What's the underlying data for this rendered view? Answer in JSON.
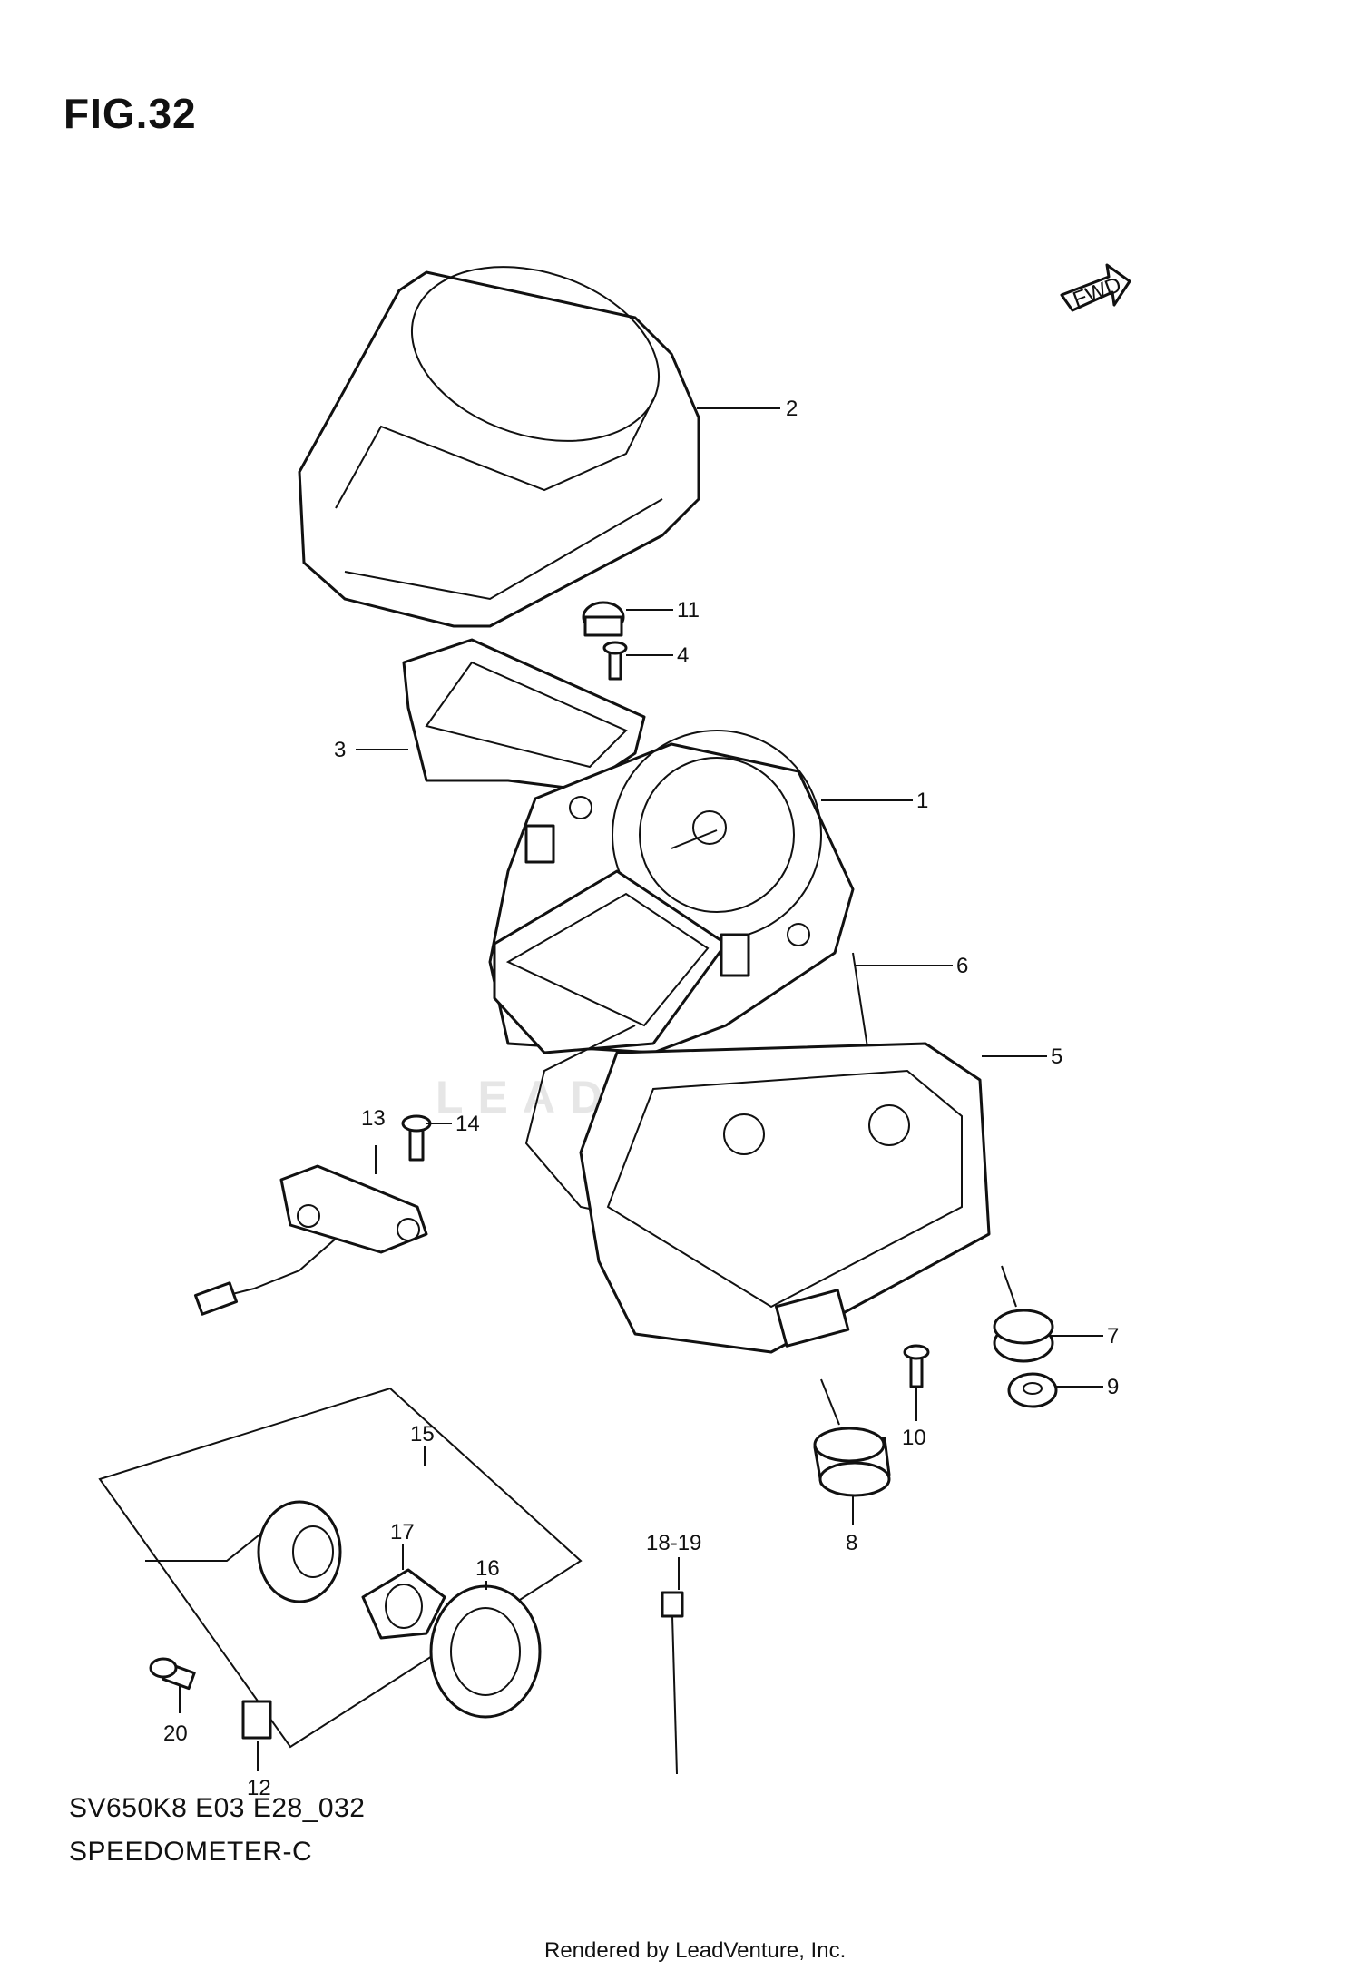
{
  "figure": {
    "title": "FIG.32",
    "fwd_label": "FWD",
    "model_code": "SV650K8 E03 E28_032",
    "section_name": "SPEEDOMETER-C",
    "credit": "Rendered by LeadVenture, Inc.",
    "watermark": "LEADVENTURE"
  },
  "callouts": [
    {
      "id": "c2",
      "text": "2"
    },
    {
      "id": "c11",
      "text": "11"
    },
    {
      "id": "c4",
      "text": "4"
    },
    {
      "id": "c3",
      "text": "3"
    },
    {
      "id": "c1",
      "text": "1"
    },
    {
      "id": "c6",
      "text": "6"
    },
    {
      "id": "c5",
      "text": "5"
    },
    {
      "id": "c13",
      "text": "13"
    },
    {
      "id": "c14",
      "text": "14"
    },
    {
      "id": "c7",
      "text": "7"
    },
    {
      "id": "c9",
      "text": "9"
    },
    {
      "id": "c10",
      "text": "10"
    },
    {
      "id": "c8",
      "text": "8"
    },
    {
      "id": "c15",
      "text": "15"
    },
    {
      "id": "c17",
      "text": "17"
    },
    {
      "id": "c16",
      "text": "16"
    },
    {
      "id": "c18-19",
      "text": "18-19"
    },
    {
      "id": "c20",
      "text": "20"
    },
    {
      "id": "c12",
      "text": "12"
    }
  ]
}
